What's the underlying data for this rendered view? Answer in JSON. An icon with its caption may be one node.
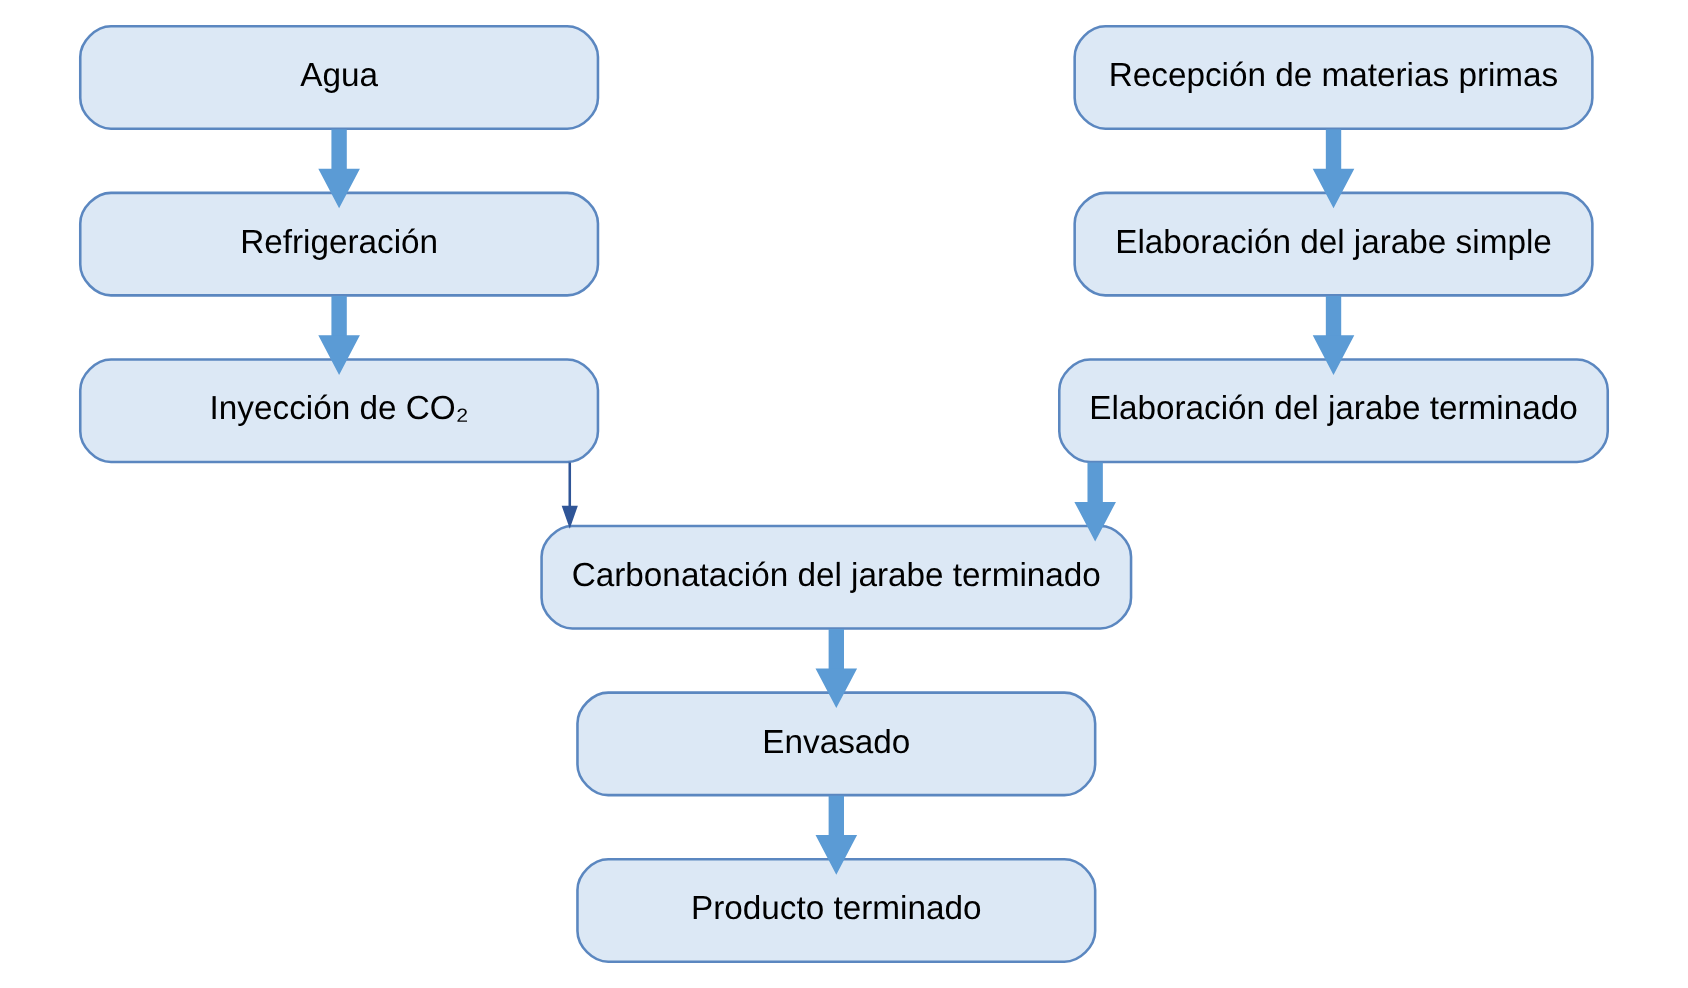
{
  "diagram": {
    "nodes": [
      {
        "text": [
          "Agua"
        ]
      },
      {
        "text": [
          "Refrigeración"
        ]
      },
      {
        "text": [
          "Inyección de CO₂"
        ]
      },
      {
        "text": [
          "Recepción de materias primas"
        ]
      },
      {
        "text": [
          "Elaboración del jarabe simple"
        ]
      },
      {
        "text": [
          "Elaboración del jarabe terminado"
        ]
      },
      {
        "text": [
          "Carbonatación del jarabe terminado"
        ]
      },
      {
        "text": [
          "Envasado"
        ]
      },
      {
        "text": [
          "Producto terminado"
        ]
      }
    ],
    "edges": [
      {
        "from": 0,
        "to": 1,
        "arrow": "to"
      },
      {
        "from": 1,
        "to": 2,
        "arrow": "to"
      },
      {
        "from": 3,
        "to": 4,
        "arrow": "to"
      },
      {
        "from": 4,
        "to": 5,
        "arrow": "to"
      },
      {
        "from": 5,
        "to": 6,
        "arrow": "to"
      },
      {
        "from": 2,
        "to": 6,
        "arrow": "to",
        "color": "#2f5597"
      },
      {
        "from": 6,
        "to": 7,
        "arrow": "to"
      },
      {
        "from": 7,
        "to": 8,
        "arrow": "to"
      }
    ]
  }
}
